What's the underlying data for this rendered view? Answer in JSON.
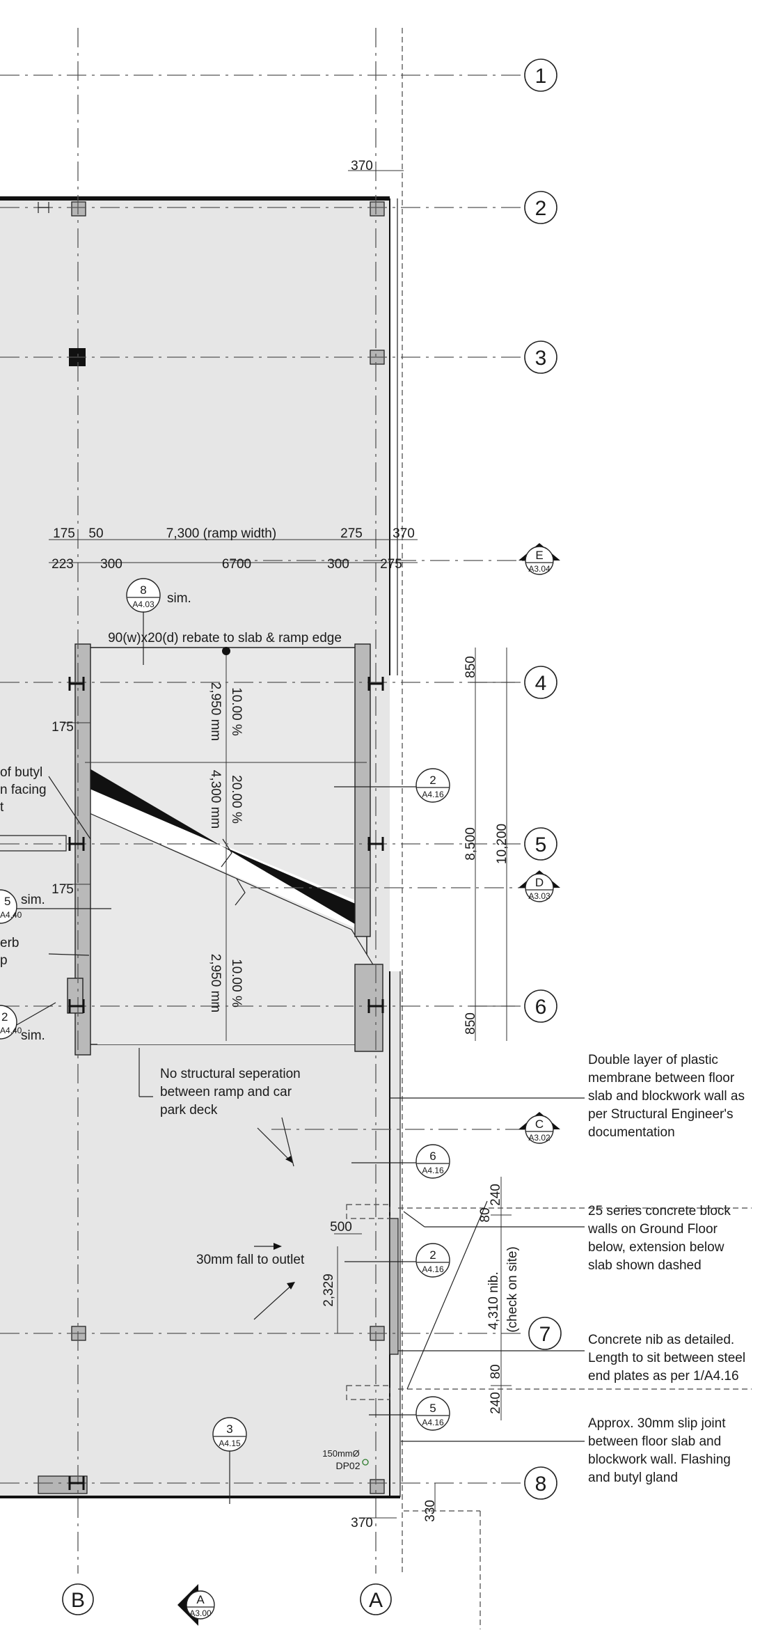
{
  "gridlines": {
    "rows": [
      "1",
      "2",
      "3",
      "4",
      "5",
      "6",
      "7",
      "8"
    ],
    "columns": [
      "B",
      "A"
    ]
  },
  "dimensions": {
    "top_370": "370",
    "d175a": "175",
    "d50": "50",
    "ramp_width": "7,300 (ramp width)",
    "d275a": "275",
    "d370b": "370",
    "d223": "223",
    "d300a": "300",
    "d6700": "6700",
    "d300b": "300",
    "d275b": "275",
    "d175b": "175",
    "d175c": "175",
    "d850a": "850",
    "d8500": "8,500",
    "d10200": "10,200",
    "d850b": "850",
    "d240a": "240",
    "d80a": "80",
    "nib": "4,310  nib.",
    "nib_check": "(check on site)",
    "d80b": "80",
    "d240b": "240",
    "d500": "500",
    "d2329": "2,329",
    "d370c": "370",
    "d330": "330"
  },
  "ramp": {
    "rebate_note": "90(w)x20(d) rebate to slab & ramp edge",
    "slope1": "10.00 %",
    "len1": "2,950 mm",
    "slope2": "20.00 %",
    "len2": "4,300 mm",
    "slope3": "10.00 %",
    "len3": "2,950 mm"
  },
  "notes": {
    "sim1": "sim.",
    "sim2": "sim.",
    "sim3": "sim.",
    "butyl_l1": "of butyl",
    "butyl_l2": "n facing",
    "butyl_l3": "t",
    "kerb_l1": "erb",
    "kerb_l2": "p",
    "no_sep_l1": "No structural seperation",
    "no_sep_l2": "between ramp and car",
    "no_sep_l3": "park deck",
    "fall": "30mm fall to outlet",
    "outlet_l1": "150mmØ",
    "outlet_l2": "DP02",
    "membrane_l1": "Double layer of plastic",
    "membrane_l2": "membrane between floor",
    "membrane_l3": "slab and blockwork wall as",
    "membrane_l4": "per Structural Engineer's",
    "membrane_l5": "documentation",
    "block_l1": "25 series concrete block",
    "block_l2": "walls on Ground Floor",
    "block_l3": "below, extension below",
    "block_l4": "slab shown dashed",
    "nibnote_l1": "Concrete nib as detailed.",
    "nibnote_l2": "Length to sit between steel",
    "nibnote_l3": "end plates as per 1/A4.16",
    "slip_l1": "Approx. 30mm slip joint",
    "slip_l2": "between floor slab and",
    "slip_l3": "blockwork wall. Flashing",
    "slip_l4": "and butyl gland"
  },
  "detail_refs": {
    "r8": {
      "num": "8",
      "sheet": "A4.03"
    },
    "r2a": {
      "num": "2",
      "sheet": "A4.16"
    },
    "r5l": {
      "num": "5",
      "sheet": "A4.40"
    },
    "r2l": {
      "num": "2",
      "sheet": "A4.40"
    },
    "r6": {
      "num": "6",
      "sheet": "A4.16"
    },
    "r2b": {
      "num": "2",
      "sheet": "A4.16"
    },
    "r5": {
      "num": "5",
      "sheet": "A4.16"
    },
    "r3": {
      "num": "3",
      "sheet": "A4.15"
    }
  },
  "section_marks": {
    "E": {
      "letter": "E",
      "sheet": "A3.04"
    },
    "D": {
      "letter": "D",
      "sheet": "A3.03"
    },
    "C": {
      "letter": "C",
      "sheet": "A3.02"
    },
    "A": {
      "letter": "A",
      "sheet": "A3.00"
    }
  },
  "colors": {
    "slab_fill": "#e6e6e6",
    "column_fill": "#b5b5b5",
    "line": "#111111"
  }
}
